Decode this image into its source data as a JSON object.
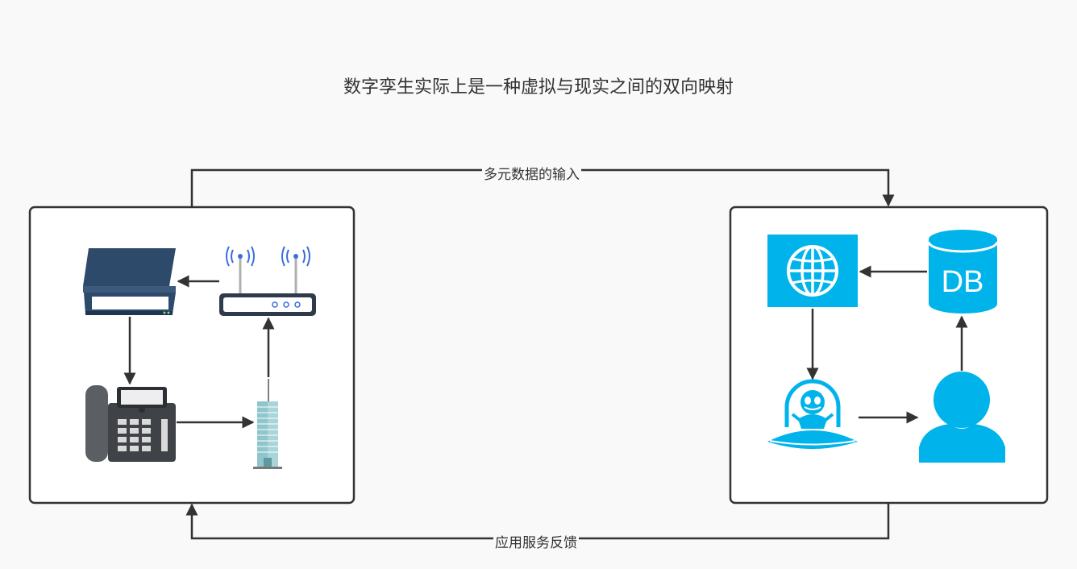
{
  "title": "数字孪生实际上是一种虚拟与现实之间的双向映射",
  "edges": {
    "input_label": "多元数据的输入",
    "feedback_label": "应用服务反馈"
  },
  "virtual": {
    "db_label": "DB"
  },
  "colors": {
    "background": "#f9f9f9",
    "line": "#333333",
    "box_fill": "#ffffff",
    "accent": "#00b4eb",
    "scanner_dark": "#2e4a6b",
    "phone_dark": "#5b5f63",
    "router_blue": "#3a6fd8",
    "building_teal": "#8fc6cc"
  },
  "icons": {
    "physical": [
      "scanner-icon",
      "wifi-router-icon",
      "desk-phone-icon",
      "office-building-icon"
    ],
    "virtual": [
      "globe-icon",
      "database-icon",
      "robot-ufo-icon",
      "user-icon"
    ]
  }
}
